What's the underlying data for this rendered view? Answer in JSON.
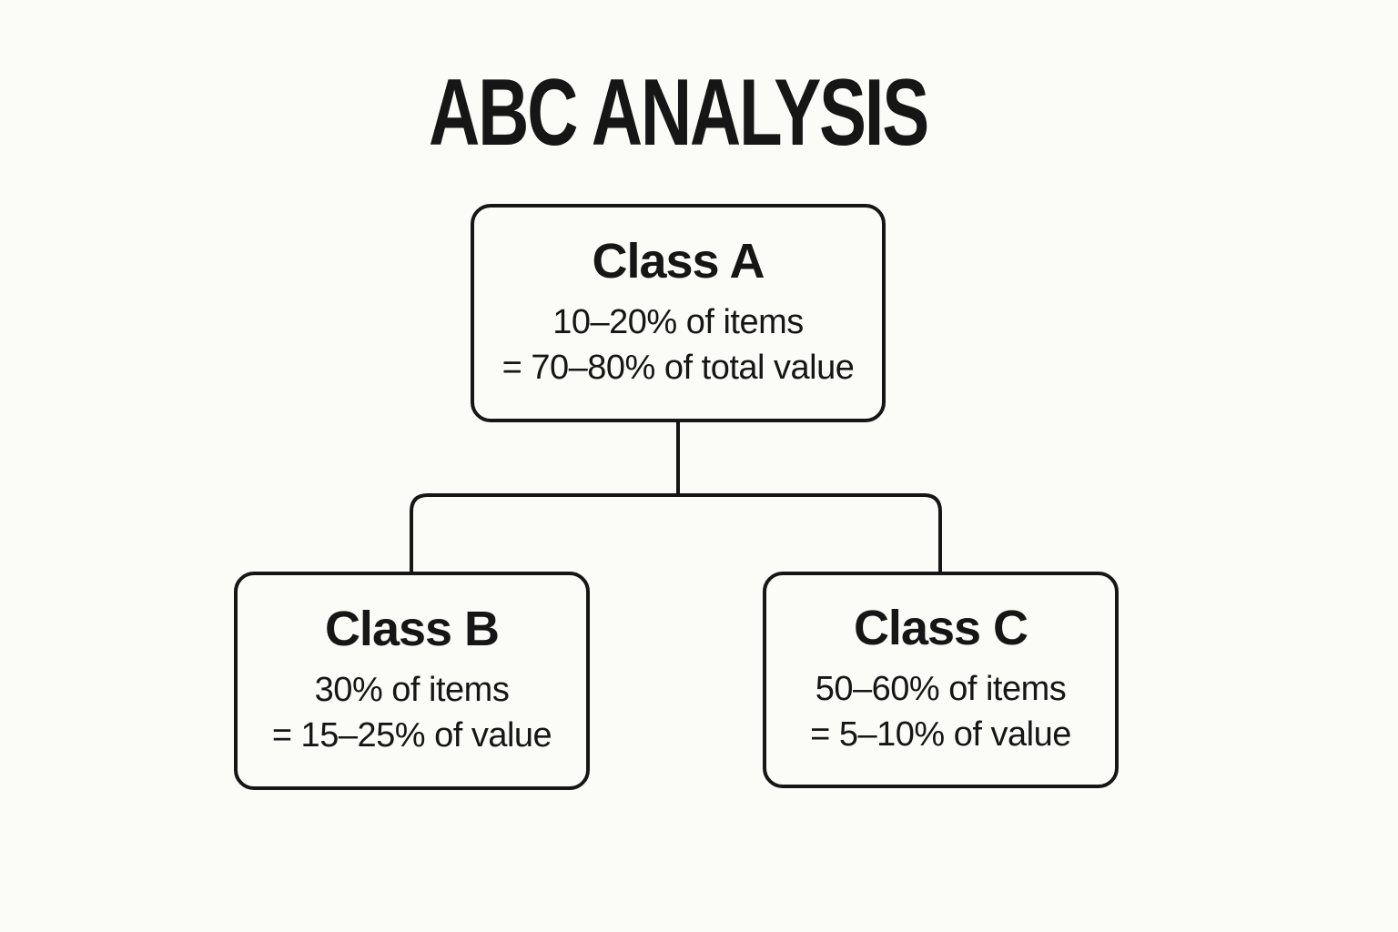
{
  "title": "ABC ANALYSIS",
  "colors": {
    "ink": "#161616",
    "background": "#fbfbf8"
  },
  "diagram": {
    "type": "tree",
    "root": {
      "id": "class-a",
      "heading": "Class A",
      "detail_lines": [
        "10–20% of items",
        "= 70–80% of total value"
      ]
    },
    "children": [
      {
        "id": "class-b",
        "heading": "Class B",
        "detail_lines": [
          "30% of items",
          "= 15–25% of value"
        ]
      },
      {
        "id": "class-c",
        "heading": "Class C",
        "detail_lines": [
          "50–60% of items",
          "= 5–10% of value"
        ]
      }
    ]
  }
}
